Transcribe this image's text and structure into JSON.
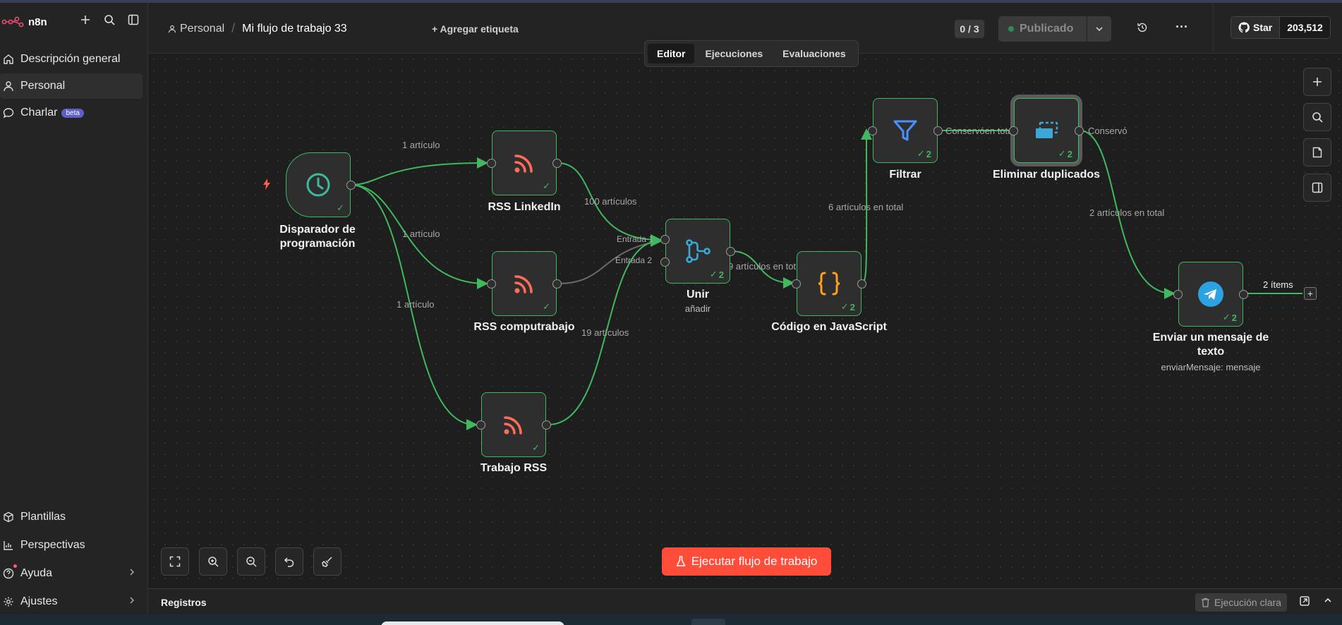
{
  "brand": {
    "name": "n8n"
  },
  "sidebar": {
    "items": [
      {
        "label": "Descripción general",
        "icon": "home-icon"
      },
      {
        "label": "Personal",
        "icon": "user-icon",
        "active": true
      },
      {
        "label": "Charlar",
        "icon": "chat-icon",
        "badge": "beta"
      }
    ],
    "bottom_items": [
      {
        "label": "Plantillas",
        "icon": "templates-icon"
      },
      {
        "label": "Perspectivas",
        "icon": "chart-icon"
      },
      {
        "label": "Ayuda",
        "icon": "help-icon"
      },
      {
        "label": "Ajustes",
        "icon": "gear-icon"
      }
    ]
  },
  "header": {
    "project": "Personal",
    "workflow_name": "Mi flujo de trabajo 33",
    "add_tag": "+ Agregar etiqueta",
    "counter": "0 / 3",
    "publish_label": "Publicado",
    "github_star": "Star",
    "github_count": "203,512"
  },
  "tabs": [
    "Editor",
    "Ejecuciones",
    "Evaluaciones"
  ],
  "nodes": {
    "trigger": {
      "label1": "Disparador de",
      "label2": "programación"
    },
    "rss_linkedin": {
      "label": "RSS LinkedIn"
    },
    "rss_computrabajo": {
      "label": "RSS computrabajo"
    },
    "rss_trabajo": {
      "label": "Trabajo RSS"
    },
    "merge": {
      "label": "Unir",
      "sub": "añadir",
      "count": "2",
      "in1": "Entrada 1",
      "in2": "Entrada 2"
    },
    "code": {
      "label": "Código en JavaScript",
      "count": "2"
    },
    "filter": {
      "label": "Filtrar",
      "count": "2"
    },
    "dedupe": {
      "label": "Eliminar duplicados",
      "count": "2"
    },
    "telegram": {
      "label1": "Enviar un mensaje de",
      "label2": "texto",
      "sub": "enviarMensaje: mensaje",
      "count": "2"
    }
  },
  "edges": {
    "e1": "1 artículo",
    "e2": "1 artículo",
    "e3": "1 artículo",
    "e4": "100 artículos",
    "e5": "19 artículos",
    "e6": "9 artículos en tot",
    "e7": "6 artículos en total",
    "e8": "Conservóen tota",
    "e9": "Conservó",
    "e10": "2 artículos en total",
    "e11": "2 ítems"
  },
  "run_button": "Ejecutar flujo de trabajo",
  "logs": {
    "title": "Registros",
    "clear": "Ejecución clara"
  },
  "colors": {
    "accent": "#ff4d3a",
    "success": "#3fb85f",
    "rss": "#ff6d5a",
    "filter": "#4a90ff",
    "code": "#ff9f1a",
    "telegram": "#2aa3e0"
  }
}
